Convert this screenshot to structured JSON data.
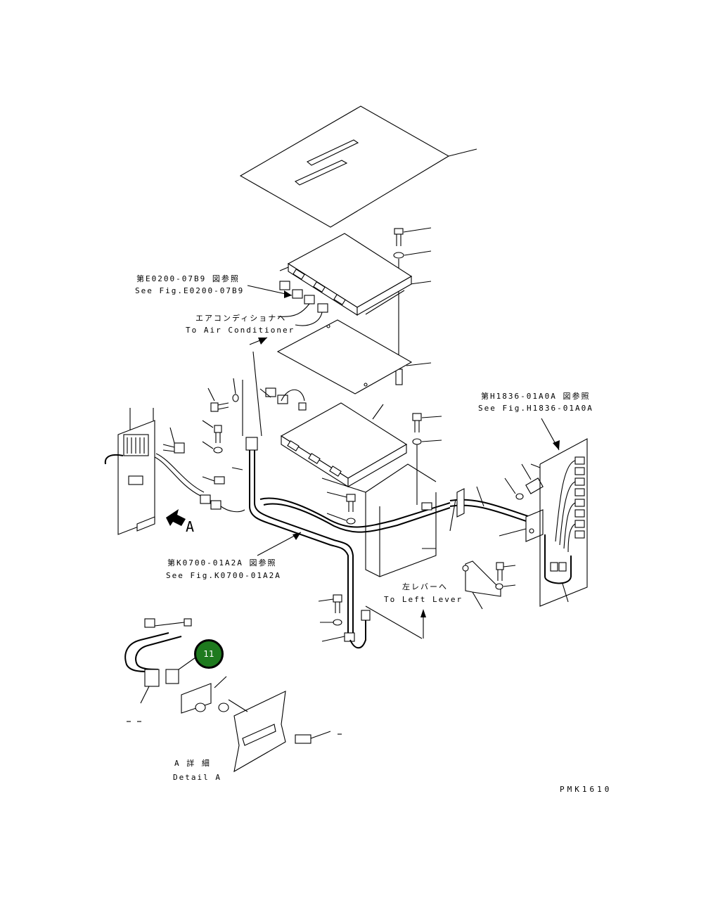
{
  "diagram": {
    "references": {
      "e0200_jp": "第E0200-07B9 図参照",
      "e0200_en": "See Fig.E0200-07B9",
      "aircon_jp": "エアコンディショナヘ",
      "aircon_en": "To Air Conditioner",
      "h1836_jp": "第H1836-01A0A 図参照",
      "h1836_en": "See Fig.H1836-01A0A",
      "k0700_jp": "第K0700-01A2A 図参照",
      "k0700_en": "See Fig.K0700-01A2A",
      "lever_jp": "左レバーへ",
      "lever_en": "To Left Lever"
    },
    "view_arrow_label": "A",
    "detail_jp": "A 詳 細",
    "detail_en": "Detail A",
    "drawing_code": "PMK1610",
    "callout_badge": {
      "number": "11",
      "color": "#1e7a1e"
    }
  }
}
